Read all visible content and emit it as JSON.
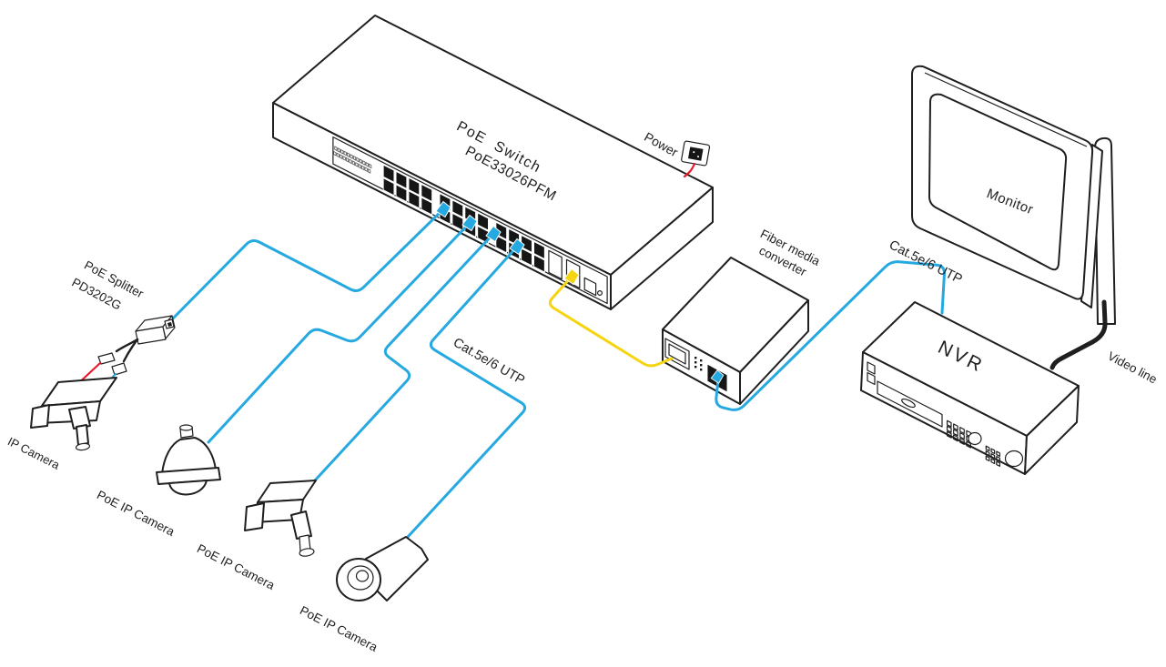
{
  "colors": {
    "utp": "#25a9e0",
    "fiber": "#f5d411",
    "power": "#e8192c",
    "ink": "#1f1f1f"
  },
  "labels": {
    "switch_title": "PoE  Switch",
    "switch_model": "PoE33026PFM",
    "power": "Power",
    "splitter_name": "PoE Splitter",
    "splitter_model": "PD3202G",
    "converter_line1": "Fiber media",
    "converter_line2": "converter",
    "utp_center": "Cat.5e/6 UTP",
    "utp_right": "Cat.5e/6 UTP",
    "monitor": "Monitor",
    "nvr": "NVR",
    "video": "Video line",
    "camera1": "IP Camera",
    "camera2": "PoE IP Camera",
    "camera3": "PoE IP Camera",
    "camera4": "PoE IP Camera"
  },
  "connections": [
    {
      "from": "PoE Switch PoE33026PFM",
      "to": "PoE Splitter PD3202G",
      "via": "Cat.5e/6 UTP",
      "color_key": "utp"
    },
    {
      "from": "PoE Splitter PD3202G",
      "to": "IP Camera",
      "via": "power + LAN pigtails",
      "color_key": "power"
    },
    {
      "from": "PoE Switch PoE33026PFM",
      "to": "PoE IP Camera (dome)",
      "via": "Cat.5e/6 UTP",
      "color_key": "utp"
    },
    {
      "from": "PoE Switch PoE33026PFM",
      "to": "PoE IP Camera (box)",
      "via": "Cat.5e/6 UTP",
      "color_key": "utp"
    },
    {
      "from": "PoE Switch PoE33026PFM",
      "to": "PoE IP Camera (bullet)",
      "via": "Cat.5e/6 UTP",
      "color_key": "utp"
    },
    {
      "from": "PoE Switch PoE33026PFM",
      "to": "Fiber media converter",
      "via": "fiber patch cord",
      "color_key": "fiber"
    },
    {
      "from": "Fiber media converter",
      "to": "NVR",
      "via": "Cat.5e/6 UTP",
      "color_key": "utp"
    },
    {
      "from": "NVR",
      "to": "Monitor",
      "via": "Video line",
      "color_key": "ink"
    },
    {
      "from": "AC outlet",
      "to": "PoE Switch PoE33026PFM",
      "via": "Power",
      "color_key": "power"
    }
  ]
}
